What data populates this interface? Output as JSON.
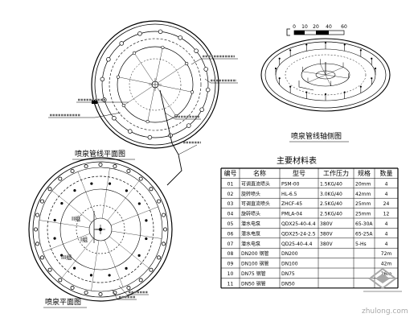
{
  "drawings": {
    "pipeline_plan": {
      "title": "喷泉管线平面图"
    },
    "axonometric": {
      "title": "喷泉管线轴侧图"
    },
    "fountain_plan": {
      "title": "喷泉平面图",
      "group_labels": {
        "group_2": "II组",
        "group_1": "I组",
        "group_3": "III组"
      }
    }
  },
  "scale_bar": {
    "labels": [
      "0",
      "10",
      "20",
      "40",
      "60"
    ]
  },
  "materials_table": {
    "title": "主要材料表",
    "headers": [
      "编号",
      "名称",
      "型号",
      "工作压力",
      "规格",
      "数量"
    ],
    "rows": [
      [
        "01",
        "可调直流喷头",
        "PSM-00",
        "1.5KG/40",
        "20mm",
        "4"
      ],
      [
        "02",
        "旋转喷头",
        "HL-6.5",
        "3.0KG/40",
        "42mm",
        "4"
      ],
      [
        "03",
        "可调直流喷头",
        "ZHCF-45",
        "2.5KG/40",
        "25mm",
        "24"
      ],
      [
        "04",
        "旋转喷头",
        "PMLA-04",
        "2.5KG/40",
        "25mm",
        "12"
      ],
      [
        "05",
        "潜水电泵",
        "QDX25-40-4.4",
        "380V",
        "65-30A",
        "4"
      ],
      [
        "06",
        "潜水电泵",
        "QDX25-24-2.5",
        "380V",
        "65-25A",
        "4"
      ],
      [
        "07",
        "潜水电泵",
        "QD25-40-4.4",
        "380V",
        "5-Hs",
        "4"
      ],
      [
        "08",
        "DN200 钢管",
        "DN200",
        "",
        "",
        "72m"
      ],
      [
        "09",
        "DN100 钢管",
        "DN100",
        "",
        "",
        "42m"
      ],
      [
        "10",
        "DN75 钢管",
        "DN75",
        "",
        "",
        "26m"
      ],
      [
        "11",
        "DN50 钢管",
        "DN50",
        "",
        "",
        ""
      ]
    ]
  },
  "watermark": {
    "text": "zhulong.com"
  },
  "colors": {
    "line": "#000000",
    "paper": "#ffffff",
    "watermark": "#a8a8a8",
    "blurred_label": "#6a6a6a"
  }
}
